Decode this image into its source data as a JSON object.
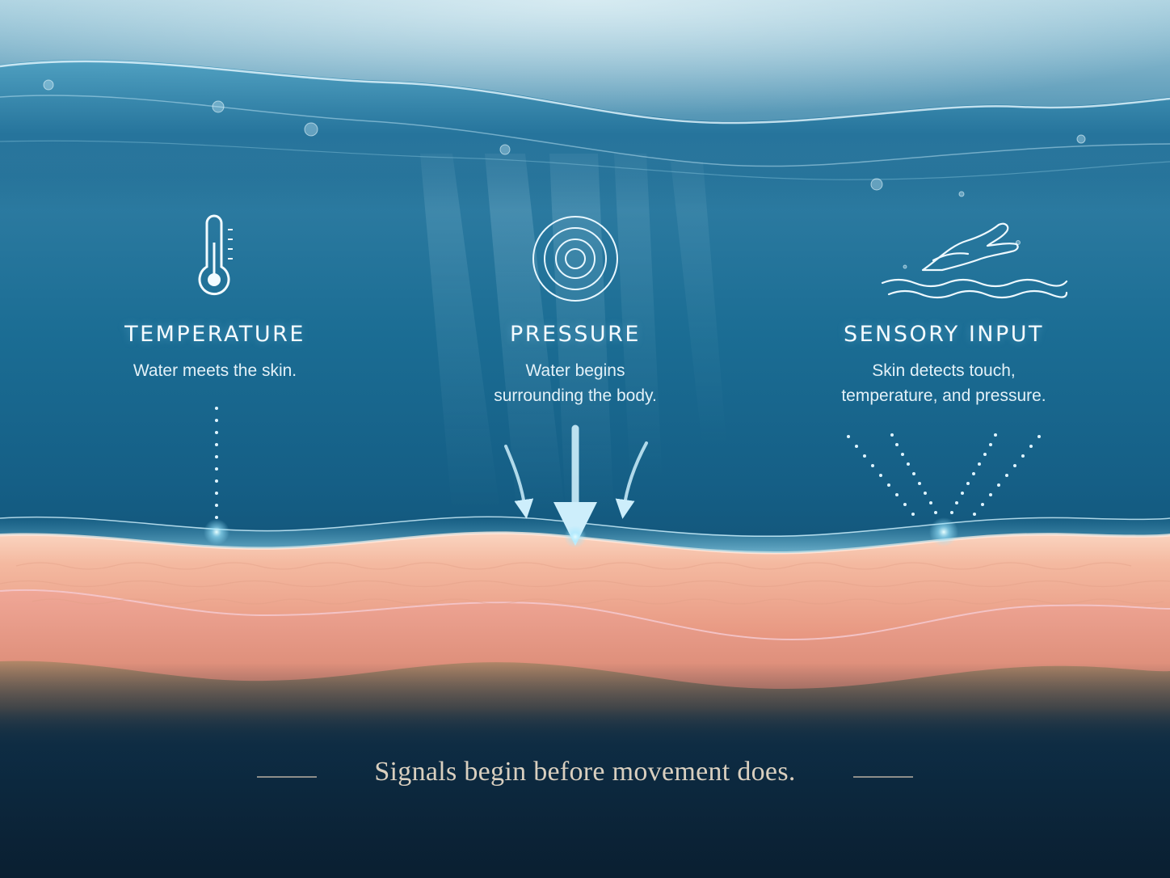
{
  "columns": [
    {
      "icon": "thermometer-icon",
      "heading": "TEMPERATURE",
      "description": [
        "Water meets the skin."
      ]
    },
    {
      "icon": "concentric-circles-icon",
      "heading": "PRESSURE",
      "description": [
        "Water begins",
        "surrounding the body."
      ]
    },
    {
      "icon": "hand-over-waves-icon",
      "heading": "SENSORY INPUT",
      "description": [
        "Skin detects touch,",
        "temperature, and pressure."
      ]
    }
  ],
  "tagline": "Signals begin before movement does.",
  "colors": {
    "water_top": "#9cc8da",
    "water_deep": "#0e4a6c",
    "skin_surface": "#f2bfa6",
    "skin_layer": "#e89a86",
    "accent_glow": "#bff0ff",
    "tagline_text": "#d9cfbf",
    "background_bottom": "#0b2236"
  }
}
